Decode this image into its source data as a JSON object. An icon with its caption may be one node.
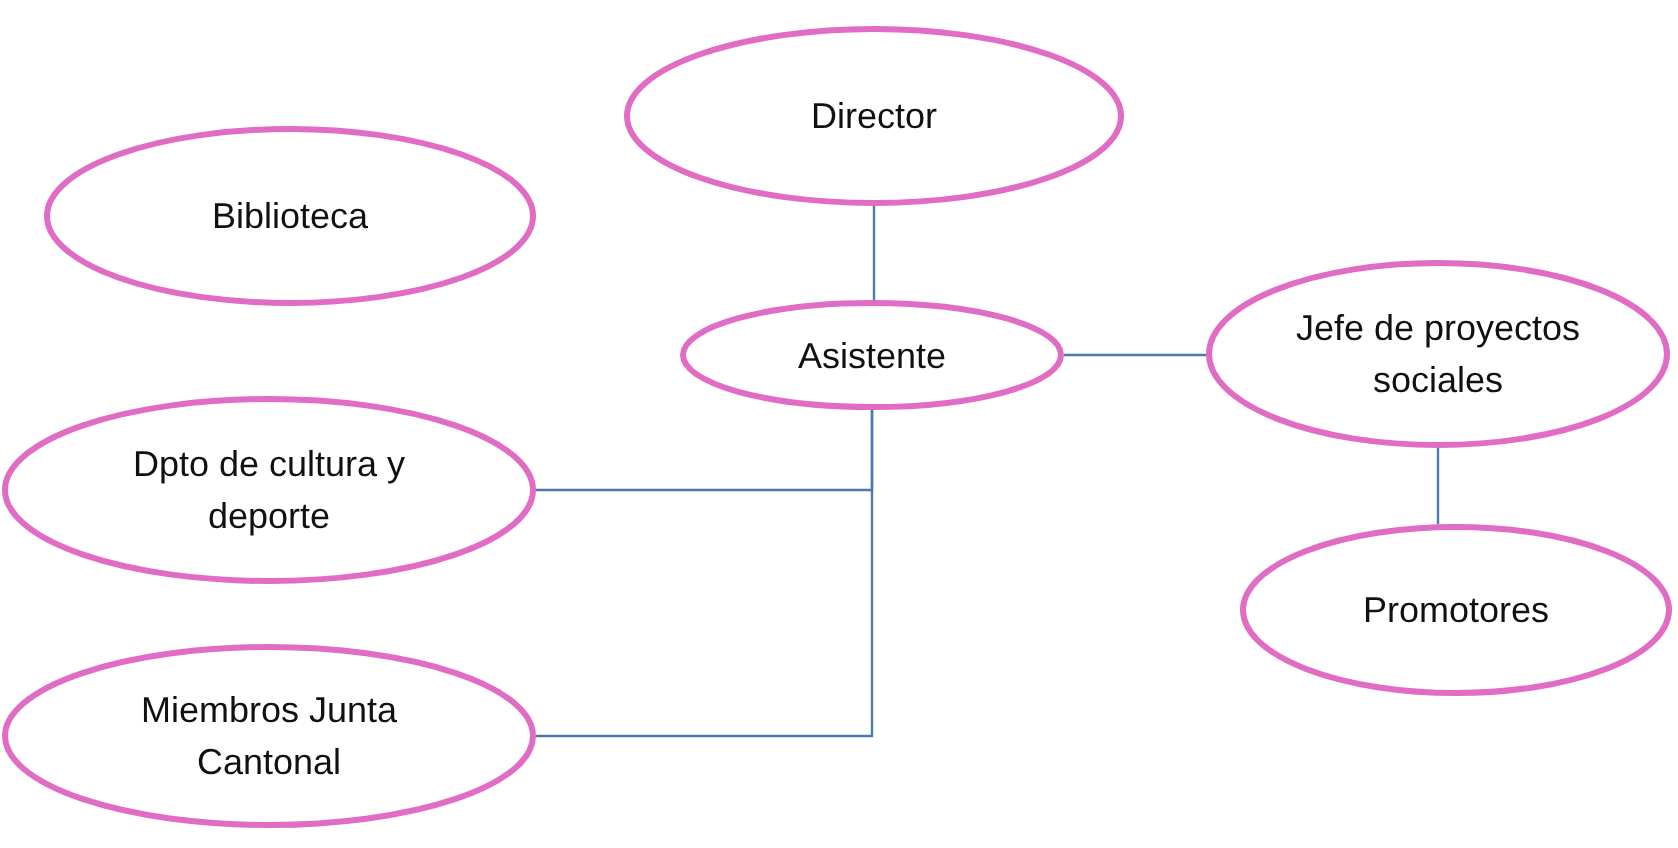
{
  "diagram": {
    "nodes": [
      {
        "text": [
          "Director"
        ]
      },
      {
        "text": [
          "Biblioteca"
        ]
      },
      {
        "text": [
          "Asistente"
        ]
      },
      {
        "text": [
          "Jefe de proyectos sociales"
        ]
      },
      {
        "text": [
          "Dpto de cultura y deporte"
        ]
      },
      {
        "text": [
          "Promotores"
        ]
      },
      {
        "text": [
          "Miembros Junta Cantonal"
        ]
      }
    ],
    "edges": [
      {
        "from": 0,
        "to": 2,
        "arrow": "none"
      },
      {
        "from": 2,
        "to": 3,
        "arrow": "none"
      },
      {
        "from": 3,
        "to": 5,
        "arrow": "none"
      },
      {
        "from": 2,
        "to": 4,
        "arrow": "none"
      },
      {
        "from": 2,
        "to": 6,
        "arrow": "none"
      }
    ]
  }
}
